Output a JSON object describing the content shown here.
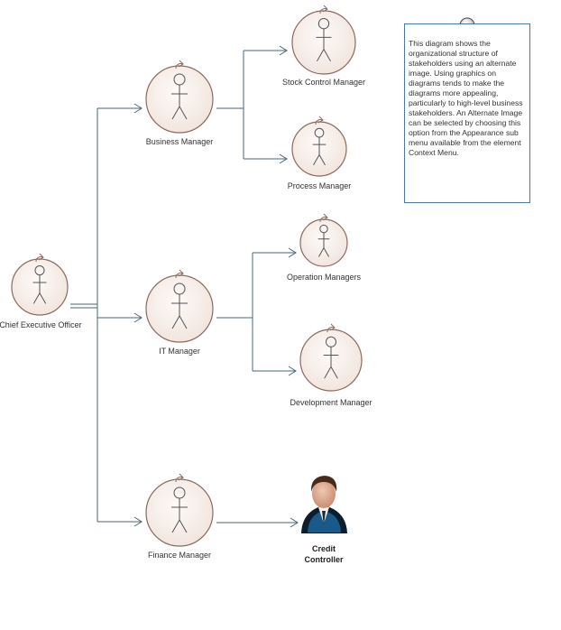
{
  "diagram": {
    "nodes": [
      {
        "id": "ceo",
        "label": "Chief Executive Officer"
      },
      {
        "id": "business",
        "label": "Business Manager"
      },
      {
        "id": "stock",
        "label": "Stock Control Manager"
      },
      {
        "id": "process",
        "label": "Process Manager"
      },
      {
        "id": "it",
        "label": "IT Manager"
      },
      {
        "id": "operation",
        "label": "Operation Managers"
      },
      {
        "id": "development",
        "label": "Development Manager"
      },
      {
        "id": "finance",
        "label": "Finance Manager"
      },
      {
        "id": "credit",
        "label": "Credit Controller"
      }
    ],
    "edges": [
      {
        "from": "ceo",
        "to": "business"
      },
      {
        "from": "ceo",
        "to": "it"
      },
      {
        "from": "ceo",
        "to": "finance"
      },
      {
        "from": "business",
        "to": "stock"
      },
      {
        "from": "business",
        "to": "process"
      },
      {
        "from": "it",
        "to": "operation"
      },
      {
        "from": "it",
        "to": "development"
      },
      {
        "from": "finance",
        "to": "credit"
      }
    ],
    "note": "This diagram shows the organizational structure of stakeholders using an alternate image. Using graphics on diagrams tends to make the diagrams more appealing, particularly to high-level business stakeholders. An Alternate Image can be selected by choosing this option from the Appearance sub menu available from the element Context Menu."
  },
  "colors": {
    "actor_fill": "#f6ede7",
    "actor_stroke": "#8a6a60",
    "connector": "#4a6478",
    "note_border": "#4a7a9c"
  },
  "icons": {
    "actor": "stick-figure-icon",
    "credit_controller": "person-photo-icon",
    "note_link": "circle-icon"
  }
}
